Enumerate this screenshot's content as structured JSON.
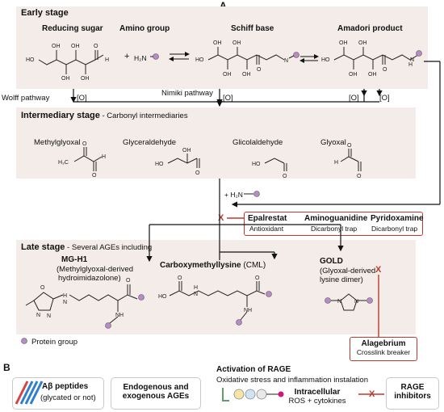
{
  "panel_a": {
    "letter": "A",
    "early": {
      "title": "Early stage",
      "reducing_sugar": "Reducing sugar",
      "amino_group": "Amino group",
      "schiff_base": "Schiff base",
      "amadori": "Amadori product",
      "plus": "+",
      "h2n": "H₂N"
    },
    "pathways": {
      "wolff": "Wolff pathway",
      "nimiki": "Nimiki pathway",
      "o1": "[O]",
      "o2": "[O]",
      "o3": "[O]",
      "o4": "[O]"
    },
    "intermediate": {
      "title": "Intermediary stage",
      "subtitle": " - Carbonyl intermediaries",
      "compounds": [
        "Methylglyoxal",
        "Glyceraldehyde",
        "Glicolaldehyde",
        "Glyoxal"
      ]
    },
    "plus_amine": "+ H₂N",
    "x_mark": "X",
    "inhibitors": [
      {
        "name": "Epalrestat",
        "role": "Antioxidant"
      },
      {
        "name": "Aminoguanidine",
        "role": "Dicarbonyl trap"
      },
      {
        "name": "Pyridoxamine",
        "role": "Dicarbonyl trap"
      }
    ],
    "late": {
      "title": "Late stage",
      "subtitle": " - Several AGEs including",
      "mgh1_name": "MG-H1",
      "mgh1_desc1": "(Methylglyoxal-derived",
      "mgh1_desc2": "hydroimidazolone)",
      "cml_name": "Carboxymethyllysine",
      "cml_abbr": " (CML)",
      "gold_name": "GOLD",
      "gold_desc1": "(Glyoxal-derived",
      "gold_desc2": "lysine dimer)",
      "protein_group": "Protein group"
    },
    "alagebrium": {
      "x": "X",
      "name": "Alagebrium",
      "role": "Crosslink breaker"
    }
  },
  "panel_b": {
    "letter": "B",
    "abeta_title": "Aβ peptides",
    "abeta_sub": "(glycated or not)",
    "endo1": "Endogenous and",
    "endo2": "exogenous AGEs",
    "rage_title": "Activation of RAGE",
    "rage_sub": "Oxidative stress and inflammation instalation",
    "intra_title": "Intracellular",
    "intra_sub": "ROS + cytokines",
    "x_mark": "X",
    "rage_inhib1": "RAGE",
    "rage_inhib2": "inhibitors"
  },
  "colors": {
    "panel_bg": "#f3ece8",
    "inhibit_red": "#c0392b",
    "protein_purple": "#b98bc6",
    "peptide_blue": "#2f7fd1",
    "peptide_red": "#d64545"
  }
}
